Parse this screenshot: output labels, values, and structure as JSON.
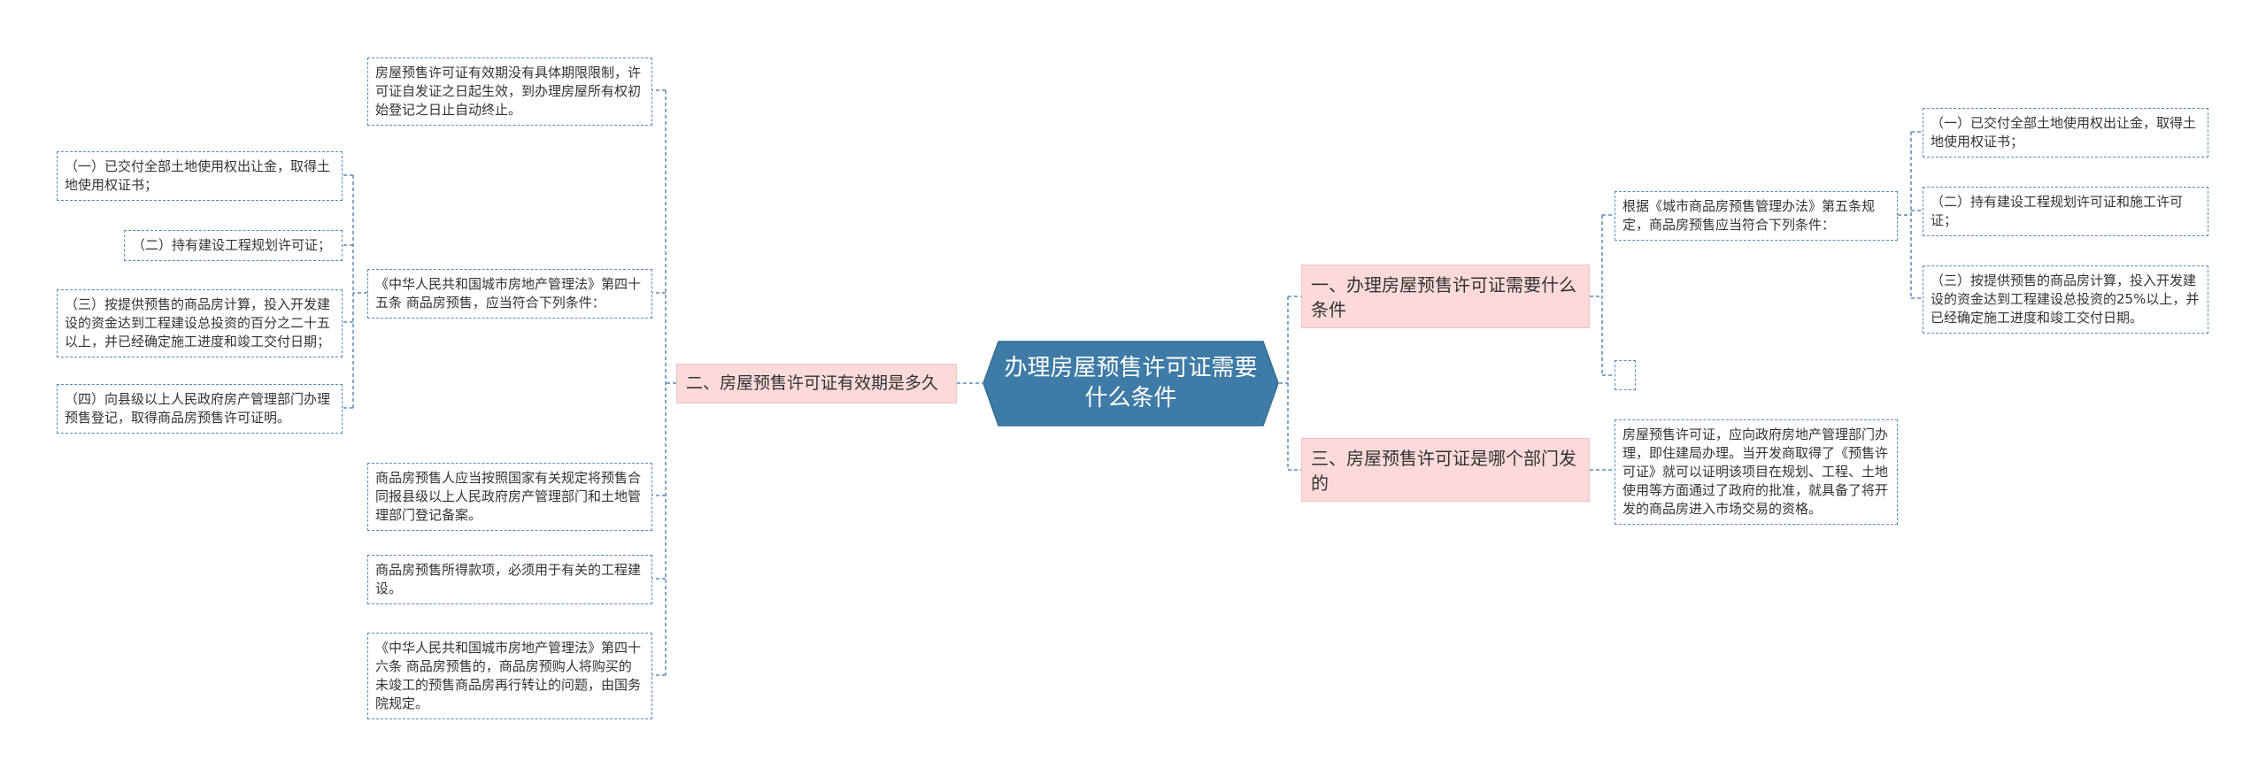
{
  "colors": {
    "root_fill": "#3e7ba6",
    "branch_fill": "#fcdada",
    "connector": "#5b8ab5",
    "leaf_border": "#5b8ab5"
  },
  "mindmap": {
    "root": {
      "label": "办理房屋预售许可证需要什么条件"
    },
    "branches": [
      {
        "label": "一、办理房屋预售许可证需要什么条件",
        "children": [
          {
            "label": "根据《城市商品房预售管理办法》第五条规定，商品房预售应当符合下列条件：",
            "children": [
              {
                "label": "（一）已交付全部土地使用权出让金，取得土地使用权证书；"
              },
              {
                "label": "（二）持有建设工程规划许可证和施工许可证；"
              },
              {
                "label": "（三）按提供预售的商品房计算，投入开发建设的资金达到工程建设总投资的25%以上，并已经确定施工进度和竣工交付日期。"
              }
            ]
          },
          {
            "label": ""
          }
        ]
      },
      {
        "label": "二、房屋预售许可证有效期是多久",
        "children": [
          {
            "label": "房屋预售许可证有效期没有具体期限限制，许可证自发证之日起生效，到办理房屋所有权初始登记之日止自动终止。"
          },
          {
            "label": "《中华人民共和国城市房地产管理法》第四十五条 商品房预售，应当符合下列条件：",
            "children": [
              {
                "label": "（一）已交付全部土地使用权出让金，取得土地使用权证书；"
              },
              {
                "label": "（二）持有建设工程规划许可证；"
              },
              {
                "label": "（三）按提供预售的商品房计算，投入开发建设的资金达到工程建设总投资的百分之二十五以上，并已经确定施工进度和竣工交付日期；"
              },
              {
                "label": "（四）向县级以上人民政府房产管理部门办理预售登记，取得商品房预售许可证明。"
              }
            ]
          },
          {
            "label": "商品房预售人应当按照国家有关规定将预售合同报县级以上人民政府房产管理部门和土地管理部门登记备案。"
          },
          {
            "label": "商品房预售所得款项，必须用于有关的工程建设。"
          },
          {
            "label": "《中华人民共和国城市房地产管理法》第四十六条 商品房预售的，商品房预购人将购买的未竣工的预售商品房再行转让的问题，由国务院规定。"
          }
        ]
      },
      {
        "label": "三、房屋预售许可证是哪个部门发的",
        "children": [
          {
            "label": "房屋预售许可证，应向政府房地产管理部门办理，即住建局办理。当开发商取得了《预售许可证》就可以证明该项目在规划、工程、土地使用等方面通过了政府的批准，就具备了将开发的商品房进入市场交易的资格。"
          }
        ]
      }
    ]
  }
}
